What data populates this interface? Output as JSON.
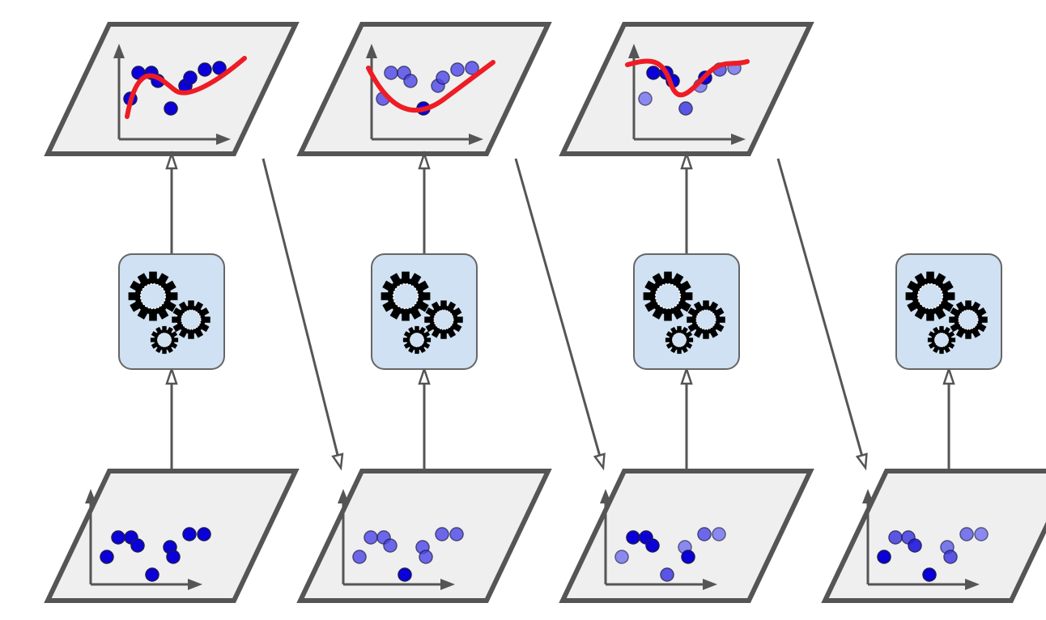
{
  "diagram": {
    "stages": [
      {
        "id": 1,
        "model_icon": "gears-icon",
        "has_prediction_plot": true,
        "input_points": [
          {
            "label": "p1",
            "weight": 1.0
          },
          {
            "label": "p2",
            "weight": 1.0
          },
          {
            "label": "p3",
            "weight": 1.0
          },
          {
            "label": "p4",
            "weight": 1.0
          },
          {
            "label": "p5",
            "weight": 1.0
          },
          {
            "label": "p6",
            "weight": 1.0
          },
          {
            "label": "p7",
            "weight": 1.0
          },
          {
            "label": "p8",
            "weight": 1.0
          },
          {
            "label": "p9",
            "weight": 1.0
          }
        ]
      },
      {
        "id": 2,
        "model_icon": "gears-icon",
        "has_prediction_plot": true,
        "input_points": [
          {
            "label": "p1",
            "weight": 0.5
          },
          {
            "label": "p2",
            "weight": 0.5
          },
          {
            "label": "p3",
            "weight": 0.5
          },
          {
            "label": "p4",
            "weight": 0.5
          },
          {
            "label": "p5",
            "weight": 1.0
          },
          {
            "label": "p6",
            "weight": 0.5
          },
          {
            "label": "p7",
            "weight": 0.5
          },
          {
            "label": "p8",
            "weight": 0.5
          },
          {
            "label": "p9",
            "weight": 0.5
          }
        ]
      },
      {
        "id": 3,
        "model_icon": "gears-icon",
        "has_prediction_plot": true,
        "input_points": [
          {
            "label": "p1",
            "weight": 0.3
          },
          {
            "label": "p2",
            "weight": 1.0
          },
          {
            "label": "p3",
            "weight": 1.0
          },
          {
            "label": "p4",
            "weight": 1.0
          },
          {
            "label": "p5",
            "weight": 0.6
          },
          {
            "label": "p6",
            "weight": 0.3
          },
          {
            "label": "p7",
            "weight": 1.0
          },
          {
            "label": "p8",
            "weight": 0.5
          },
          {
            "label": "p9",
            "weight": 0.3
          }
        ]
      },
      {
        "id": 4,
        "model_icon": "gears-icon",
        "has_prediction_plot": false,
        "input_points": [
          {
            "label": "p1",
            "weight": 1.0
          },
          {
            "label": "p2",
            "weight": 0.6
          },
          {
            "label": "p3",
            "weight": 0.6
          },
          {
            "label": "p4",
            "weight": 0.8
          },
          {
            "label": "p5",
            "weight": 1.0
          },
          {
            "label": "p6",
            "weight": 0.4
          },
          {
            "label": "p7",
            "weight": 0.6
          },
          {
            "label": "p8",
            "weight": 0.4
          },
          {
            "label": "p9",
            "weight": 0.3
          }
        ]
      }
    ],
    "colors": {
      "panel_fill": "#efefef",
      "panel_stroke": "#555555",
      "model_box_fill": "#cfe1f2",
      "fit_line": "#ee1c24",
      "point_strong": "#0b00d9",
      "point_weak": "#8c8cf8"
    }
  }
}
